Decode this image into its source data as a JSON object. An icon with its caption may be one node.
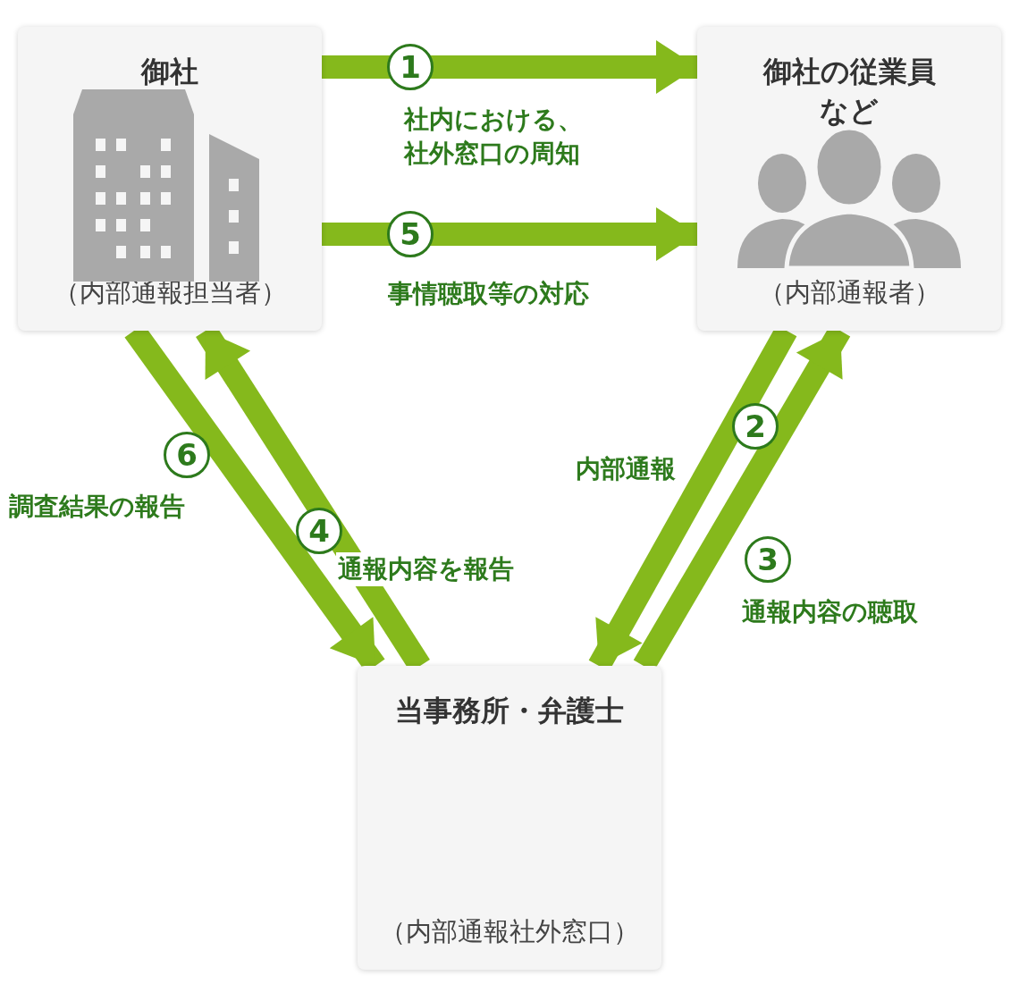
{
  "diagram": {
    "nodes": [
      {
        "text": [
          "御社",
          "（内部通報担当者）"
        ]
      },
      {
        "text": [
          "御社の従業員など",
          "（内部通報者）"
        ]
      },
      {
        "text": [
          "当事務所・弁護士",
          "（内部通報社外窓口）"
        ]
      }
    ],
    "edges": [
      {
        "from": 0,
        "to": 1,
        "arrow": "to",
        "label": "社内における、社外窓口の周知"
      },
      {
        "from": 1,
        "to": 2,
        "arrow": "to",
        "label": "内部通報"
      },
      {
        "from": 2,
        "to": 1,
        "arrow": "to",
        "label": "通報内容の聴取"
      },
      {
        "from": 2,
        "to": 0,
        "arrow": "to",
        "label": "通報内容を報告"
      },
      {
        "from": 0,
        "to": 1,
        "arrow": "to",
        "label": "事情聴取等の対応"
      },
      {
        "from": 0,
        "to": 2,
        "arrow": "to",
        "label": "調査結果の報告"
      }
    ],
    "labels": [
      "1",
      "5",
      "2",
      "6",
      "4",
      "3"
    ]
  }
}
